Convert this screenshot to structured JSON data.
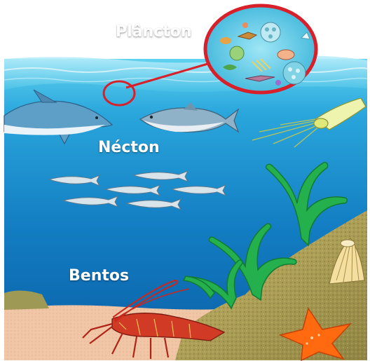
{
  "labels": {
    "plancton": "Plâncton",
    "necton": "Nécton",
    "bentos": "Bentos"
  },
  "colors": {
    "sky": "#ffffff",
    "sea_surface": "#3fc3e8",
    "sea_deep": "#0a5fa8",
    "sand": "#f1c6a6",
    "rock": "#b9aa5a",
    "coral": "#22a84a",
    "highlight_ring": "#d8202a",
    "starfish": "#ff6a10",
    "lobster": "#c8281e",
    "squid": "#e9f0a8",
    "dolphin": "#5e9fc8"
  },
  "icons": [
    "plankton-magnifier",
    "dolphin",
    "tuna",
    "squid",
    "sardine-school",
    "coral",
    "shell",
    "lobster",
    "starfish"
  ]
}
